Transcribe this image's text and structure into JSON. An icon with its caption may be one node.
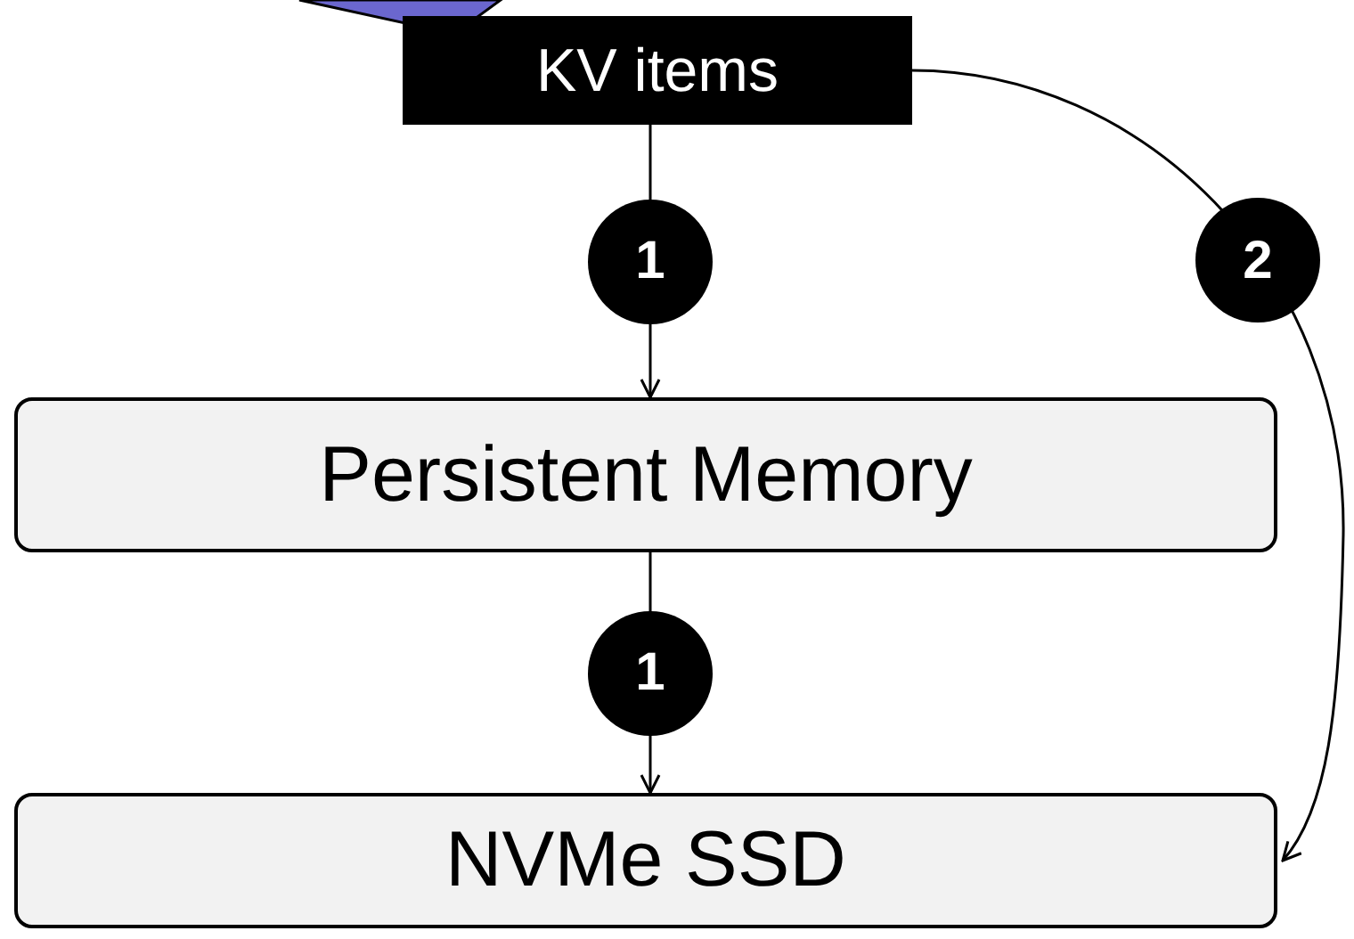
{
  "diagram": {
    "nodes": [
      {
        "text": [
          "KV items"
        ]
      },
      {
        "text": [
          "Persistent Memory"
        ]
      },
      {
        "text": [
          "NVMe SSD"
        ]
      }
    ],
    "edges": [
      {
        "from": 0,
        "to": 1,
        "arrow": "to",
        "label": "1"
      },
      {
        "from": 1,
        "to": 2,
        "arrow": "to",
        "label": "1"
      },
      {
        "from": 0,
        "to": 2,
        "arrow": "to",
        "label": "2"
      }
    ]
  }
}
